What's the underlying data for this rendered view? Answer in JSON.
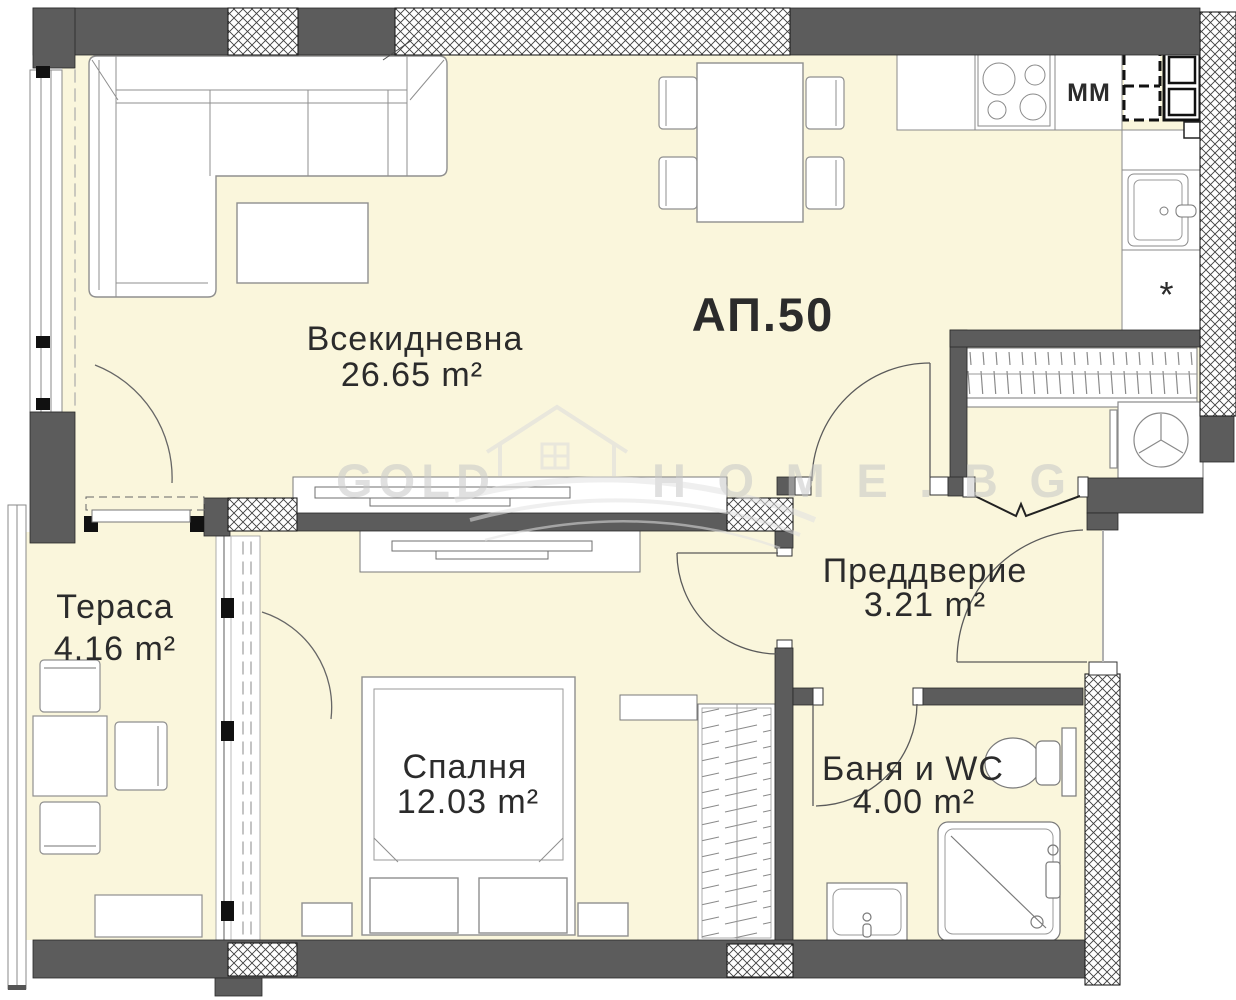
{
  "apartment": {
    "number": "АП.50"
  },
  "rooms": [
    {
      "id": "living",
      "name": "Всекидневна",
      "area": "26.65 m²"
    },
    {
      "id": "terrace",
      "name": "Тераса",
      "area": "4.16 m²"
    },
    {
      "id": "bedroom",
      "name": "Спалня",
      "area": "12.03 m²"
    },
    {
      "id": "hall",
      "name": "Преддверие",
      "area": "3.21 m²"
    },
    {
      "id": "bath",
      "name": "Баня и WC",
      "area": "4.00 m²"
    }
  ],
  "annotations": {
    "appliance_mm": "ММ",
    "appliance_star": "*"
  },
  "watermark": {
    "word_left": "GOLD",
    "word_right": "HOME.BG"
  },
  "colors": {
    "floor": "#FAF6DC",
    "wall": "#5C5C5C",
    "furniture_line": "#8F8F8F",
    "label_text": "#2B2B2B",
    "watermark": "#C7C7C7"
  }
}
